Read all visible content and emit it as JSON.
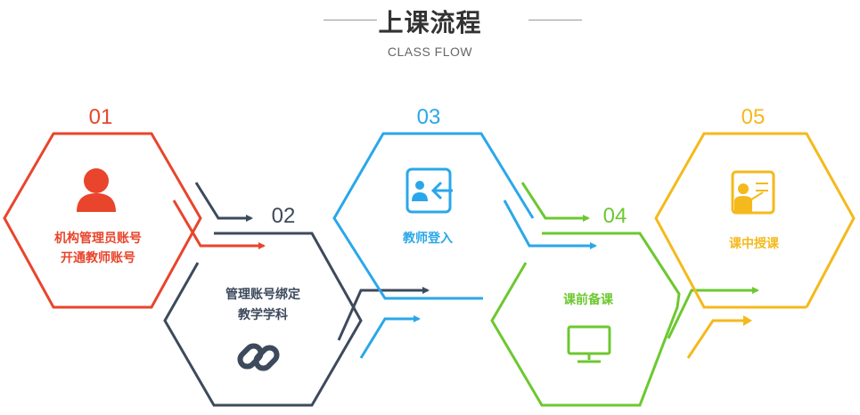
{
  "header": {
    "title": "上课流程",
    "subtitle": "CLASS FLOW"
  },
  "colors": {
    "step1": "#e8452c",
    "step2": "#3d4a5c",
    "step3": "#2aa7ea",
    "step4": "#6cc830",
    "step5": "#f4b91c"
  },
  "steps": [
    {
      "number": "01",
      "line1": "机构管理员账号",
      "line2": "开通教师账号",
      "icon": "user-icon"
    },
    {
      "number": "02",
      "line1": "管理账号绑定",
      "line2": "教学学科",
      "icon": "link-icon"
    },
    {
      "number": "03",
      "line1": "教师登入",
      "line2": "",
      "icon": "login-icon"
    },
    {
      "number": "04",
      "line1": "课前备课",
      "line2": "",
      "icon": "monitor-icon"
    },
    {
      "number": "05",
      "line1": "课中授课",
      "line2": "",
      "icon": "teacher-board-icon"
    }
  ]
}
